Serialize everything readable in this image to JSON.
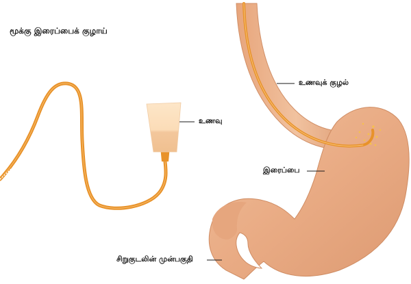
{
  "diagram": {
    "title": "மூக்கு இரைப்பைக் குழாய்",
    "labels": {
      "food": "உணவு",
      "esophagus": "உணவுக் குழல்",
      "stomach": "இரைப்பை",
      "duodenum": "சிறுகுடலின் முன்பகுதி"
    },
    "colors": {
      "tube": "#e8922a",
      "stomach": "#e9ab84",
      "bag_top": "#fbe2c2",
      "bag_bottom": "#f4c9a0",
      "background": "#ffffff"
    }
  }
}
